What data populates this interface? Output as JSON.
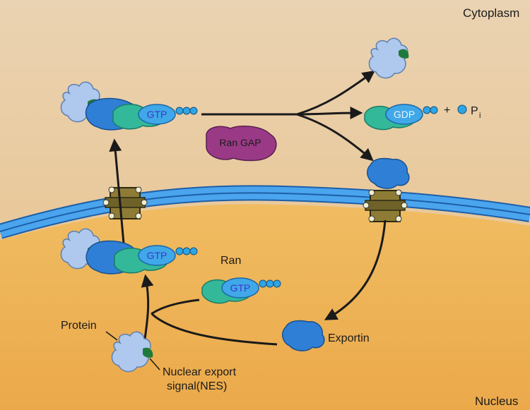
{
  "regions": {
    "cytoplasm": "Cytoplasm",
    "nucleus": "Nucleus"
  },
  "labels": {
    "ran": "Ran",
    "protein": "Protein",
    "nes_line1": "Nuclear export",
    "nes_line2": "signal(NES)",
    "exportin": "Exportin",
    "ran_gap": "Ran GAP",
    "plus": "+",
    "phosphate": "P",
    "phosphate_sub": "i"
  },
  "nucleotides": {
    "gtp": "GTP",
    "gdp": "GDP"
  },
  "colors": {
    "cytoplasm_bg": "#e9c89a",
    "nucleus_fill": "#eeb35a",
    "envelope": "#3b8fd8",
    "pore": "#8a7a3a",
    "protein": "#aec8ee",
    "nes": "#1e7a3a",
    "exportin": "#2f7fd6",
    "ran": "#33b89a",
    "phosphate": "#2ea6e6",
    "ran_gap": "#9a3a86"
  }
}
